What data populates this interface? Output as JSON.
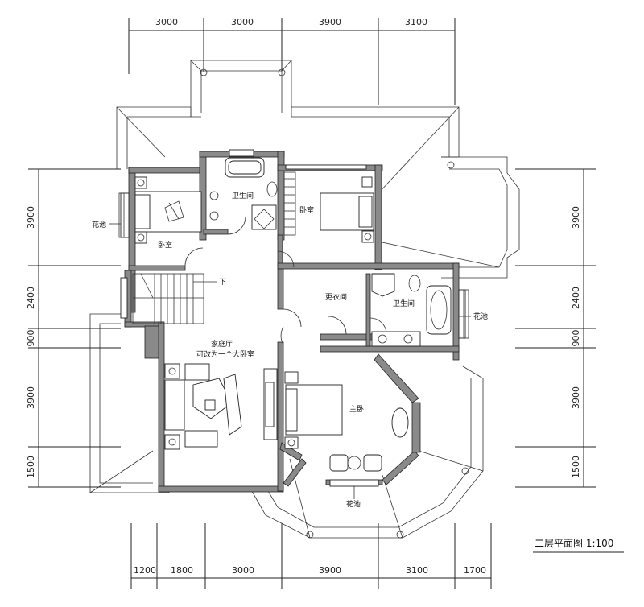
{
  "plan": {
    "dims_top": [
      "3000",
      "3000",
      "3900",
      "3100"
    ],
    "dims_bottom": [
      "1200",
      "1800",
      "3000",
      "3900",
      "3100",
      "1700"
    ],
    "dims_left": [
      "3900",
      "2400",
      "900",
      "3900",
      "1500"
    ],
    "dims_right": [
      "3900",
      "2400",
      "900",
      "3900",
      "1500"
    ],
    "rooms": {
      "bath_top": "卫生间",
      "bedroom_right": "卧室",
      "planter_left": "花池",
      "bedroom_left": "卧室",
      "down": "下",
      "closet": "更衣间",
      "bath_right": "卫生间",
      "planter_right": "花池",
      "family_hall": "家庭厅",
      "family_hall_note": "可改为一个大卧室",
      "master": "主卧",
      "planter_bottom": "花池"
    },
    "title": "二层平面图 1:100"
  }
}
